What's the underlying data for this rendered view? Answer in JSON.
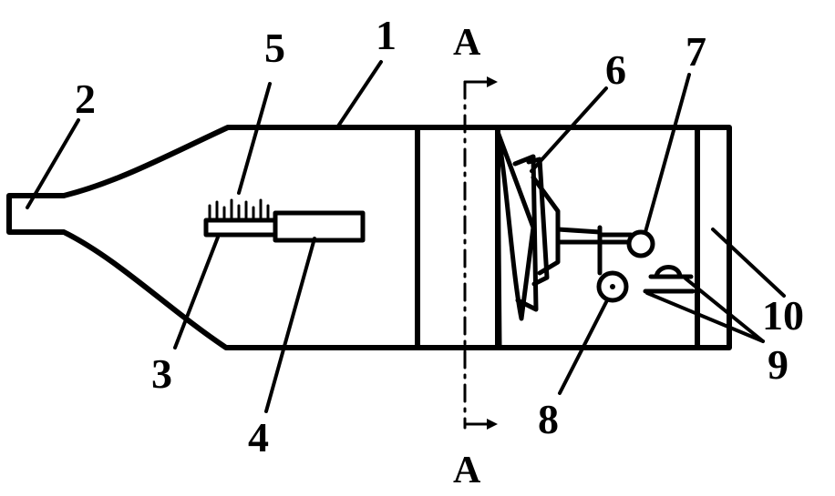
{
  "labels": {
    "n1": "1",
    "n2": "2",
    "n3": "3",
    "n4": "4",
    "n5": "5",
    "n6": "6",
    "n7": "7",
    "n8": "8",
    "n9": "9",
    "n10": "10"
  },
  "section": {
    "top": "A",
    "bottom": "A"
  }
}
